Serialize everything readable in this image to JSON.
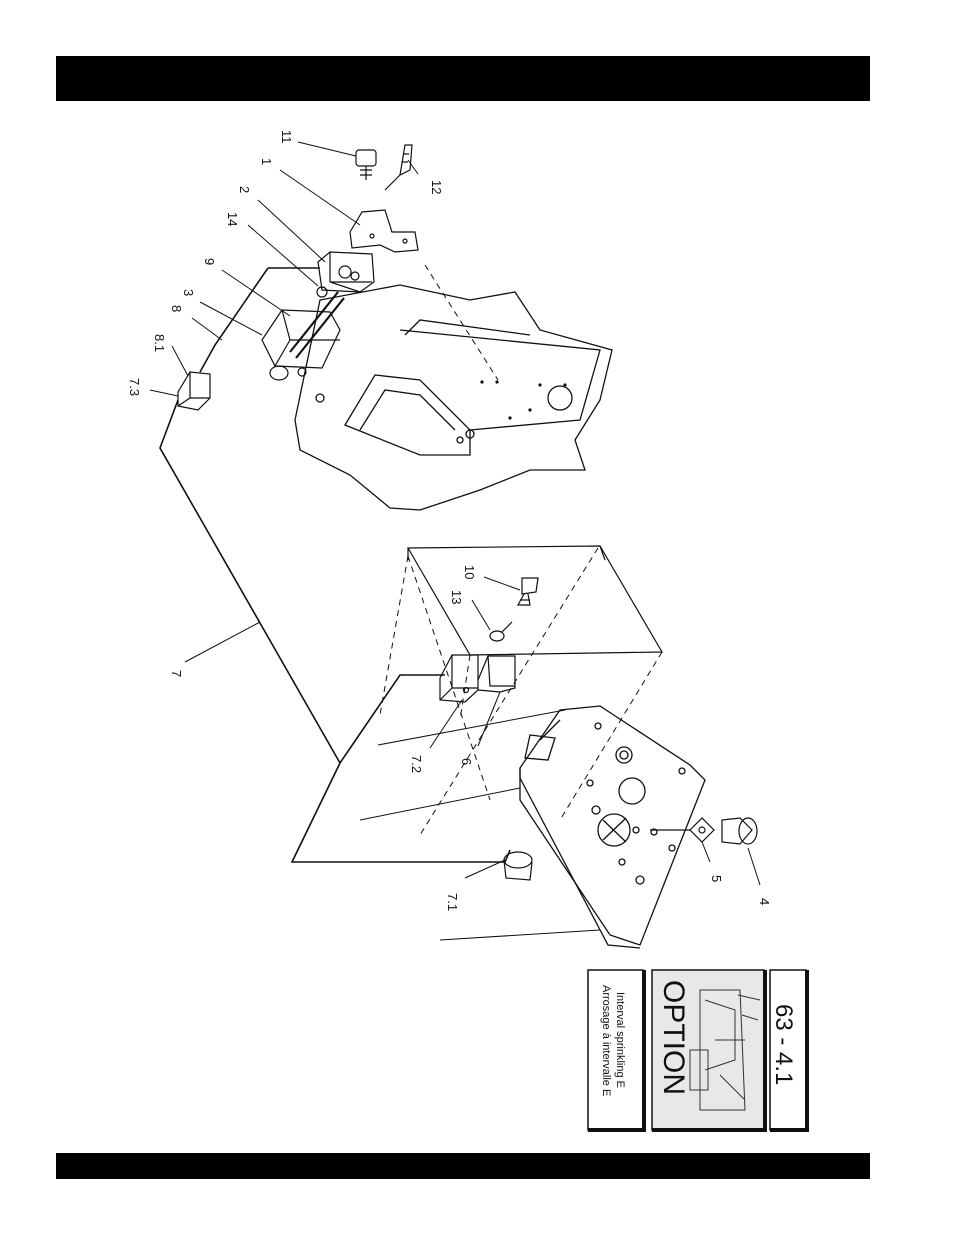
{
  "header": {
    "color": "#000000"
  },
  "footer": {
    "color": "#000000"
  },
  "callouts": [
    "11",
    "1",
    "12",
    "2",
    "14",
    "9",
    "3",
    "8",
    "8.1",
    "7.3",
    "10",
    "13",
    "7",
    "7.2",
    "6",
    "7.1",
    "5",
    "4"
  ],
  "title_box": {
    "code": "63 - 4.1",
    "option": "OPTION",
    "caption_en": "Interval sprinkling E",
    "caption_fr": "Arrosage à intervalle E"
  }
}
